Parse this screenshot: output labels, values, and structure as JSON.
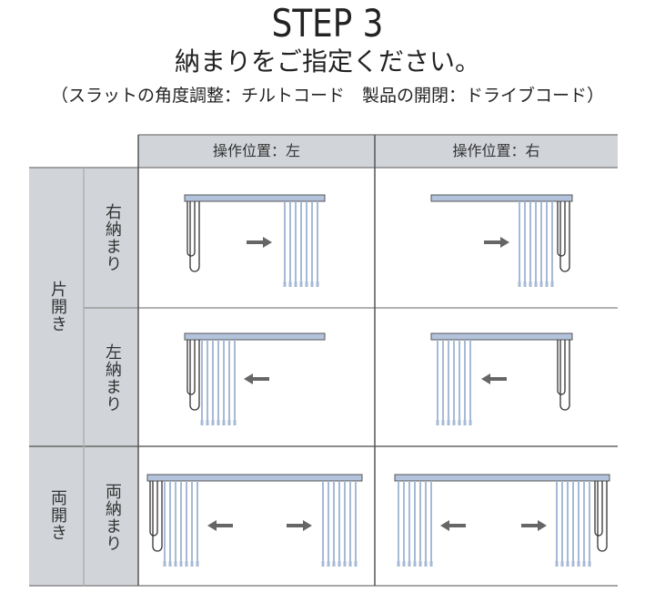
{
  "header": {
    "step": "STEP 3",
    "subtitle": "納まりをご指定ください。",
    "note": "（スラットの角度調整：チルトコード　製品の開閉：ドライブコード）"
  },
  "table": {
    "columns": [
      "操作位置：左",
      "操作位置：右"
    ],
    "groups": [
      {
        "label": "片開き",
        "rows": [
          "右納まり",
          "左納まり"
        ]
      },
      {
        "label": "両開き",
        "rows": [
          "両納まり"
        ]
      }
    ],
    "cells": [
      {
        "row": "右納まり",
        "col": "操作位置：左",
        "cord_side": "left",
        "slats": "right",
        "arrow": "right"
      },
      {
        "row": "右納まり",
        "col": "操作位置：右",
        "cord_side": "right",
        "slats": "right",
        "arrow": "right"
      },
      {
        "row": "左納まり",
        "col": "操作位置：左",
        "cord_side": "left",
        "slats": "left",
        "arrow": "left"
      },
      {
        "row": "左納まり",
        "col": "操作位置：右",
        "cord_side": "right",
        "slats": "left",
        "arrow": "left"
      },
      {
        "row": "両納まり",
        "col": "操作位置：左",
        "cord_side": "left",
        "slats": "both",
        "arrow": "both"
      },
      {
        "row": "両納まり",
        "col": "操作位置：右",
        "cord_side": "right",
        "slats": "both",
        "arrow": "both"
      }
    ]
  },
  "colors": {
    "header_bg": "#d1d4d9",
    "rail": "#b4c3dc",
    "slat": "#a7bad6",
    "arrow": "#666666",
    "border": "#777777"
  }
}
